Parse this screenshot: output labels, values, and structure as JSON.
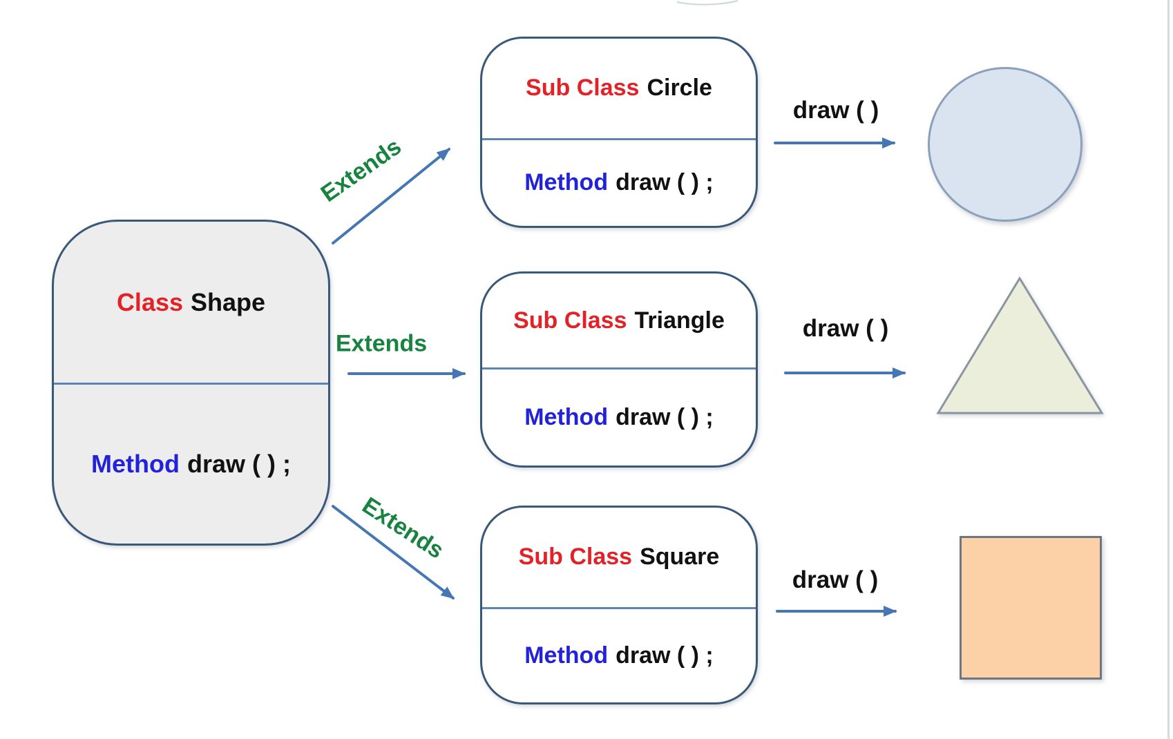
{
  "base_class": {
    "keyword": "Class",
    "name": "Shape",
    "method_keyword": "Method",
    "method_signature": "draw ( ) ;"
  },
  "subclasses": [
    {
      "keyword": "Sub Class",
      "name": "Circle",
      "method_keyword": "Method",
      "method_signature": "draw ( ) ;",
      "relation_label": "Extends",
      "output_label": "draw ( )",
      "result_shape": "circle"
    },
    {
      "keyword": "Sub Class",
      "name": "Triangle",
      "method_keyword": "Method",
      "method_signature": "draw ( ) ;",
      "relation_label": "Extends",
      "output_label": "draw ( )",
      "result_shape": "triangle"
    },
    {
      "keyword": "Sub Class",
      "name": "Square",
      "method_keyword": "Method",
      "method_signature": "draw ( ) ;",
      "relation_label": "Extends",
      "output_label": "draw ( )",
      "result_shape": "square"
    }
  ],
  "colors": {
    "box_border": "#3a5878",
    "box_divider": "#5d84b4",
    "base_box_fill": "#ededee",
    "sub_box_fill": "#ffffff",
    "arrow_blue": "#4577b5",
    "extends_green": "#17833f",
    "keyword_red": "#e32227",
    "method_blue": "#2222db",
    "text_black": "#111111",
    "circle_fill": "#dae3f0",
    "circle_stroke": "#8da0ba",
    "triangle_fill": "#eaeeda",
    "triangle_stroke": "#8b95a1",
    "square_fill": "#fcd1a7",
    "square_stroke": "#6e7780",
    "canvas_background": "#ffffff"
  }
}
